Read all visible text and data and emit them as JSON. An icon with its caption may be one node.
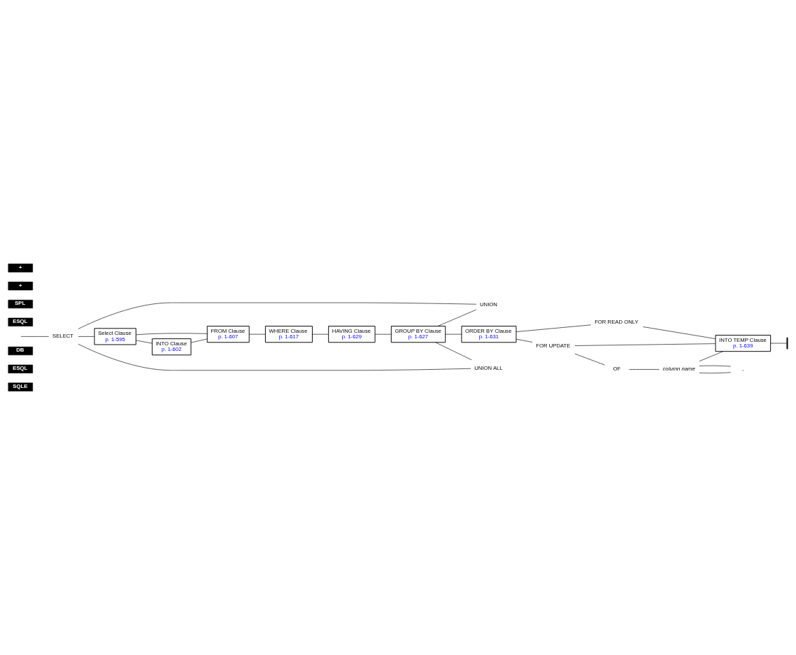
{
  "diagram": {
    "nodes": [
      {
        "text": [
          "DB"
        ]
      },
      {
        "text": [
          "ESQL"
        ]
      },
      {
        "text": [
          "SQLE"
        ]
      },
      {
        "text": [
          "SELECT"
        ]
      },
      {
        "text": [
          "Select Clause",
          "p. 1-595"
        ]
      },
      {
        "text": [
          "UNION"
        ]
      },
      {
        "text": [
          "UNION ALL"
        ]
      },
      {
        "text": [
          "ESQL"
        ]
      },
      {
        "text": [
          "SPL"
        ]
      },
      {
        "text": [
          "INTO Clause",
          "p. 1-602"
        ]
      },
      {
        "text": [
          "FROM Clause",
          "p. 1-607"
        ]
      },
      {
        "text": [
          "WHERE Clause",
          "p. 1-617"
        ]
      },
      {
        "text": [
          "HAVING Clause",
          "p. 1-629"
        ]
      },
      {
        "text": [
          "GROUP BY Clause",
          "p. 1-627"
        ]
      },
      {
        "text": [
          "ORDER BY Clause",
          "p. 1-631"
        ]
      },
      {
        "text": [
          "+"
        ]
      },
      {
        "text": [
          "FOR READ ONLY"
        ]
      },
      {
        "text": [
          "FOR UPDATE"
        ]
      },
      {
        "text": [
          "OF"
        ]
      },
      {
        "text": [
          "column name"
        ]
      },
      {
        "text": [
          ","
        ]
      },
      {
        "text": [
          "+"
        ]
      },
      {
        "text": [
          "INTO TEMP Clause",
          "p. 1-639"
        ]
      },
      {
        "text": [],
        "shape": "bar"
      }
    ],
    "edges": [
      {
        "from": null,
        "to": 3,
        "arrow": "none"
      },
      {
        "from": 3,
        "to": 4,
        "arrow": "none"
      },
      {
        "from": 4,
        "to": 10,
        "arrow": "none"
      },
      {
        "from": 4,
        "to": 9,
        "arrow": "none"
      },
      {
        "from": 9,
        "to": 10,
        "arrow": "none"
      },
      {
        "from": 10,
        "to": 11,
        "arrow": "none"
      },
      {
        "from": 11,
        "to": 12,
        "arrow": "none"
      },
      {
        "from": 12,
        "to": 13,
        "arrow": "none"
      },
      {
        "from": 13,
        "to": 5,
        "arrow": "none"
      },
      {
        "from": 13,
        "to": 6,
        "arrow": "none"
      },
      {
        "from": 5,
        "to": 3,
        "arrow": "none"
      },
      {
        "from": 6,
        "to": 3,
        "arrow": "none"
      },
      {
        "from": 13,
        "to": 14,
        "arrow": "none"
      },
      {
        "from": 14,
        "to": 16,
        "arrow": "none"
      },
      {
        "from": 14,
        "to": 17,
        "arrow": "none"
      },
      {
        "from": 17,
        "to": 18,
        "arrow": "none"
      },
      {
        "from": 18,
        "to": 19,
        "arrow": "none"
      },
      {
        "from": 19,
        "to": 20,
        "arrow": "none"
      },
      {
        "from": 20,
        "to": 19,
        "arrow": "none"
      },
      {
        "from": 16,
        "to": 22,
        "arrow": "none"
      },
      {
        "from": 17,
        "to": 22,
        "arrow": "none"
      },
      {
        "from": 19,
        "to": 22,
        "arrow": "none"
      },
      {
        "from": 22,
        "to": 23,
        "arrow": "none"
      }
    ]
  }
}
